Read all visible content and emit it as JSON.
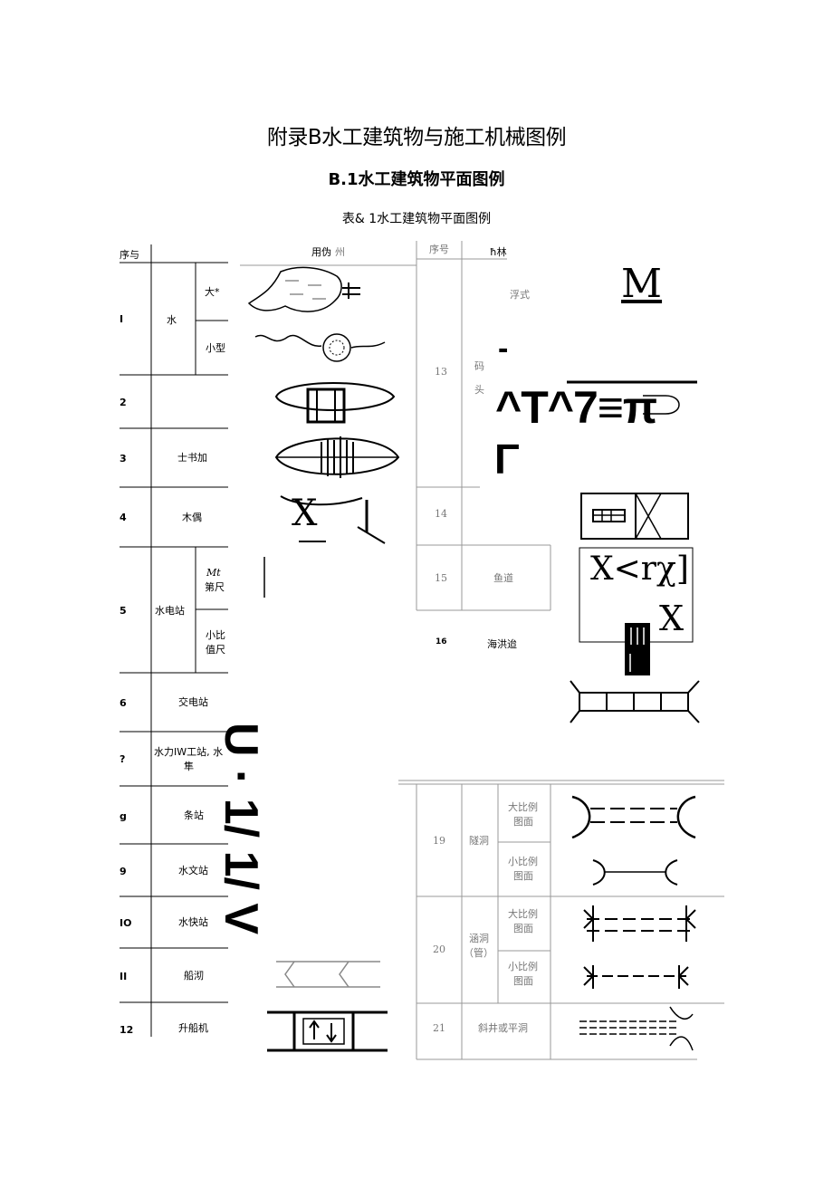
{
  "header": {
    "doc_title": "附录B水工建筑物与施工机械图例",
    "section_title": "B.1水工建筑物平面图例",
    "table_title": "表& 1水工建筑物平面图例"
  },
  "left_table": {
    "col_seq": "序与",
    "col_legend": "用伪",
    "col_legend_faint": "州",
    "rows": [
      {
        "num": "I",
        "name": "水",
        "sub": [
          "大*",
          "小型"
        ]
      },
      {
        "num": "2",
        "name": ""
      },
      {
        "num": "3",
        "name": "士书加"
      },
      {
        "num": "4",
        "name": "木偶"
      },
      {
        "num": "5",
        "name": "水电站",
        "sub": [
          "Mt",
          "第尺",
          "小比",
          "值尺"
        ]
      },
      {
        "num": "6",
        "name": "交电站"
      },
      {
        "num": "?",
        "name": "水力IW工站, 水",
        "name2": "隼"
      },
      {
        "num": "g",
        "name": "条站"
      },
      {
        "num": "9",
        "name": "水文站"
      },
      {
        "num": "IO",
        "name": "水快站"
      },
      {
        "num": "II",
        "name": "船沏"
      },
      {
        "num": "12",
        "name": "升船机"
      }
    ]
  },
  "right_table": {
    "col_seq": "序号",
    "col_name": "ħ林",
    "rows": [
      {
        "num": "13",
        "name": "码",
        "name2": "头",
        "sub": "浮式"
      },
      {
        "num": "14",
        "name": ""
      },
      {
        "num": "15",
        "name": "鱼道"
      },
      {
        "num": "16",
        "name": "海洪迨"
      },
      {
        "num": "19",
        "name": "隧洞",
        "sub": [
          "大比例",
          "图面",
          "小比例",
          "图面"
        ]
      },
      {
        "num": "20",
        "name": "涵洞",
        "name2": "（管）",
        "sub": [
          "大比例",
          "图面",
          "小比例",
          "图面"
        ]
      },
      {
        "num": "21",
        "name": "斜井或平洞"
      }
    ]
  },
  "artifacts": {
    "big_m": "M",
    "dash": "-",
    "garble_line": "^T^7≡π",
    "gamma": "Γ",
    "x_a": "X",
    "x_r": "X<rχ]",
    "x_b": "X",
    "vert_garble": "U · 1/ 1/ V"
  }
}
